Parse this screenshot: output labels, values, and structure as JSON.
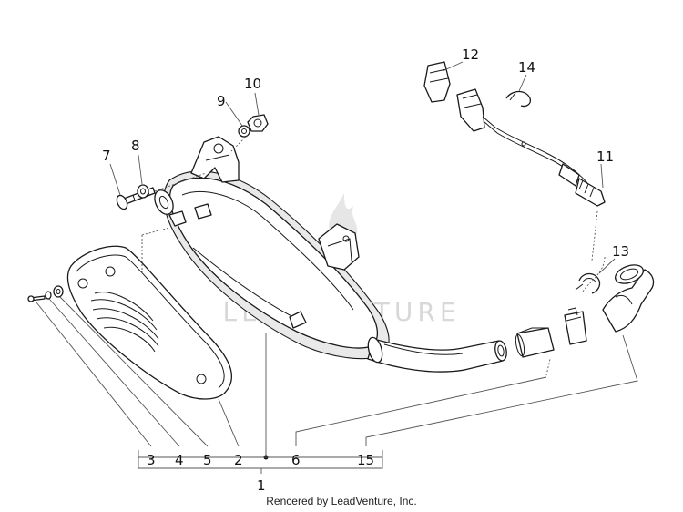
{
  "watermark": "LEADVENTURE",
  "credit": "Rencered by LeadVenture, Inc.",
  "callouts": {
    "c1": "1",
    "c2": "2",
    "c3": "3",
    "c4": "4",
    "c5": "5",
    "c6": "6",
    "c7": "7",
    "c8": "8",
    "c9": "9",
    "c10": "10",
    "c11": "11",
    "c12": "12",
    "c13": "13",
    "c14": "14",
    "c15": "15"
  },
  "colors": {
    "line": "#1a1a1a",
    "shade": "#e9e9e9",
    "watermark": "#d8d8d8"
  }
}
